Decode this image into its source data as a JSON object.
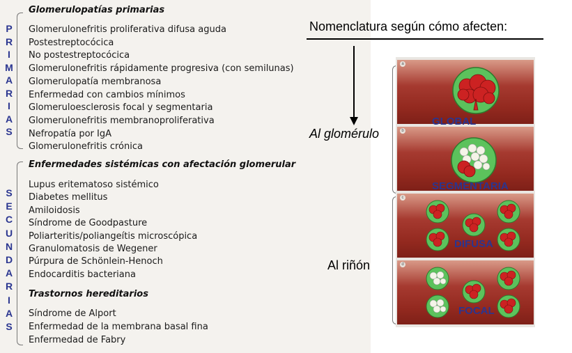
{
  "left_panel": {
    "primarias": {
      "vertical_label": "PRIMARIAS",
      "heading": "Glomerulopatías primarias",
      "items": [
        "Glomerulonefritis proliferativa difusa aguda",
        "Postestreptocócica",
        "No postestreptocócica",
        "Glomerulonefritis rápidamente progresiva (con semilunas)",
        "Glomerulopatía membranosa",
        "Enfermedad con cambios mínimos",
        "Glomeruloesclerosis focal y segmentaria",
        "Glomerulonefritis membranoproliferativa",
        "Nefropatía por IgA",
        "Glomerulonefritis crónica"
      ]
    },
    "secundarias": {
      "vertical_label": "SECUNDARIAS",
      "heading_sistemicas": "Enfermedades sistémicas con afectación glomerular",
      "sistemicas_items": [
        "Lupus eritematoso sistémico",
        "Diabetes mellitus",
        "Amiloidosis",
        "Síndrome de Goodpasture",
        "Poliarteritis/poliangeítis microscópica",
        "Granulomatosis de Wegener",
        "Púrpura de Schönlein-Henoch",
        "Endocarditis bacteriana"
      ],
      "heading_hereditarios": "Trastornos hereditarios",
      "hereditarios_items": [
        "Síndrome de Alport",
        "Enfermedad de la membrana basal fina",
        "Enfermedad de Fabry"
      ]
    }
  },
  "right_panel": {
    "title": "Nomenclatura según  cómo afecten:",
    "label_glomerulo": "Al glomérulo",
    "label_rinon": "Al riñón",
    "tiles": [
      {
        "letter": "a",
        "label": "GLOBAL"
      },
      {
        "letter": "b",
        "label": "SEGMENTARIA"
      },
      {
        "letter": "c",
        "label": "DIFUSA"
      },
      {
        "letter": "d",
        "label": "FOCAL"
      }
    ],
    "colors": {
      "label_blue": "#2a3590",
      "glomerulus_green": "#5cc25c",
      "lesion_red": "#cc2222",
      "normal_white": "#f4f4e8",
      "tissue_red": "#93291f"
    }
  }
}
